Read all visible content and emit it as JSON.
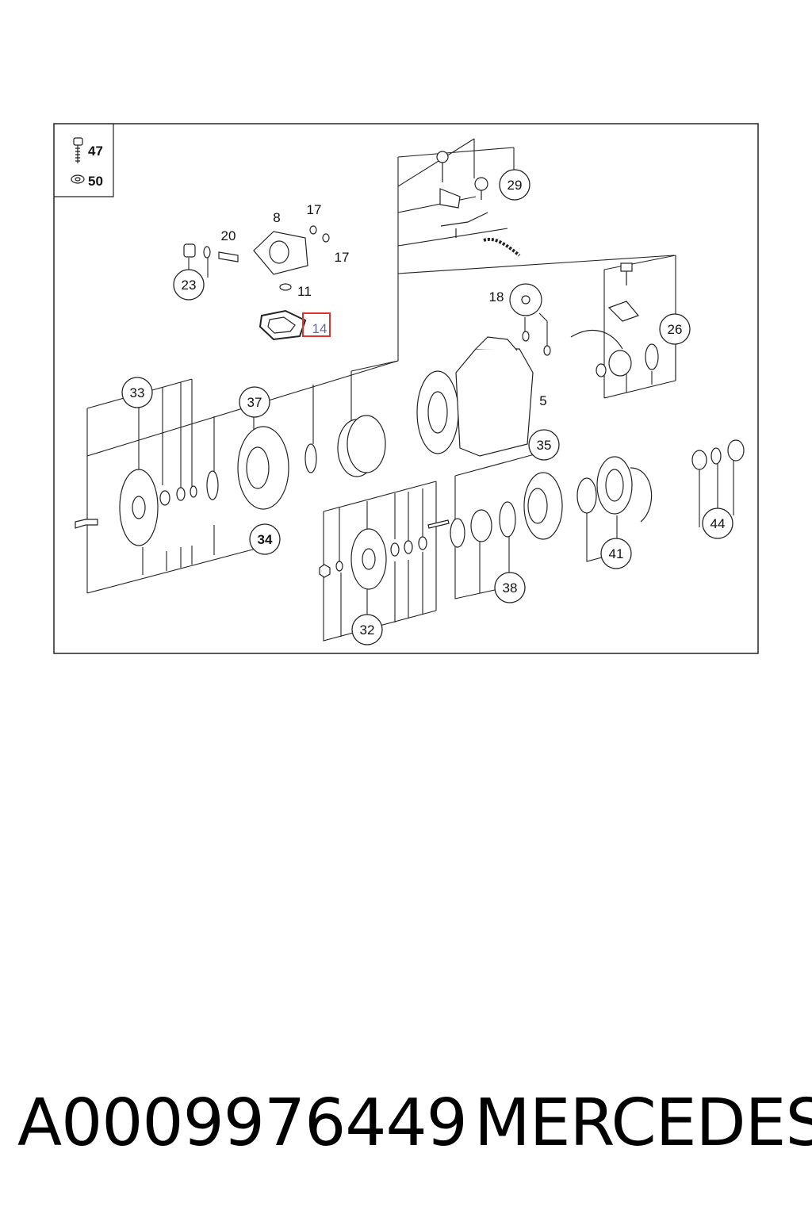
{
  "legend": {
    "screw_label": "47",
    "washer_label": "50"
  },
  "callouts": {
    "c8": "8",
    "c17a": "17",
    "c17b": "17",
    "c20": "20",
    "c11": "11",
    "c14": "14",
    "c23": "23",
    "c29": "29",
    "c18": "18",
    "c26": "26",
    "c5": "5",
    "c33": "33",
    "c37": "37",
    "c34": "34",
    "c35": "35",
    "c44": "44",
    "c41": "41",
    "c38": "38",
    "c32": "32"
  },
  "highlight": {
    "color": "#e03030"
  },
  "caption": {
    "part_number": "A0009976449",
    "brand": "MERCEDES"
  }
}
